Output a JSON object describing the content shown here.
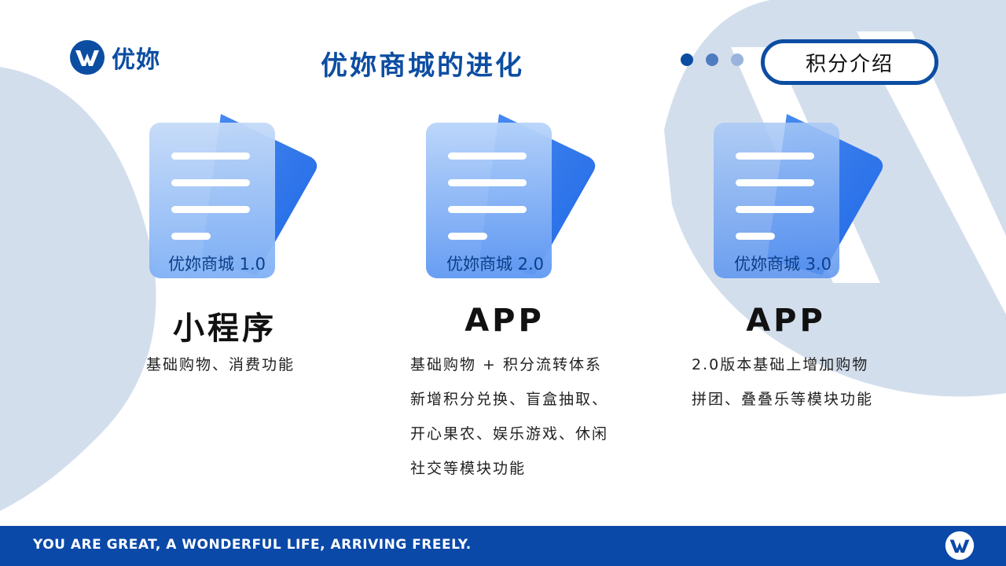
{
  "colors": {
    "brand_blue": "#0c4da2",
    "footer_blue": "#0a49a8",
    "bg_shape": "#cdd9ea",
    "dot_1": "#0c4da2",
    "dot_2": "#4f7cc0",
    "dot_3": "#9ab3dc"
  },
  "header": {
    "logo_icon": "w-logo-icon",
    "logo_text": "优妳",
    "title": "优妳商城的进化",
    "intro_label": "积分介绍"
  },
  "cards": [
    {
      "icon": "document-icon",
      "label": "优妳商城 1.0",
      "heading": "小程序",
      "desc": [
        "基础购物、消费功能"
      ]
    },
    {
      "icon": "document-icon",
      "label": "优妳商城 2.0",
      "heading": "APP",
      "desc": [
        "基础购物 + 积分流转体系",
        "新增积分兑换、盲盒抽取、",
        "开心果农、娱乐游戏、休闲",
        "社交等模块功能"
      ]
    },
    {
      "icon": "document-icon",
      "label": "优妳商城 3.0",
      "heading": "APP",
      "desc": [
        "2.0版本基础上增加购物",
        "拼团、叠叠乐等模块功能"
      ]
    }
  ],
  "footer": {
    "slogan": "YOU ARE GREAT, A WONDERFUL LIFE, ARRIVING FREELY.",
    "logo_icon": "w-logo-icon"
  }
}
